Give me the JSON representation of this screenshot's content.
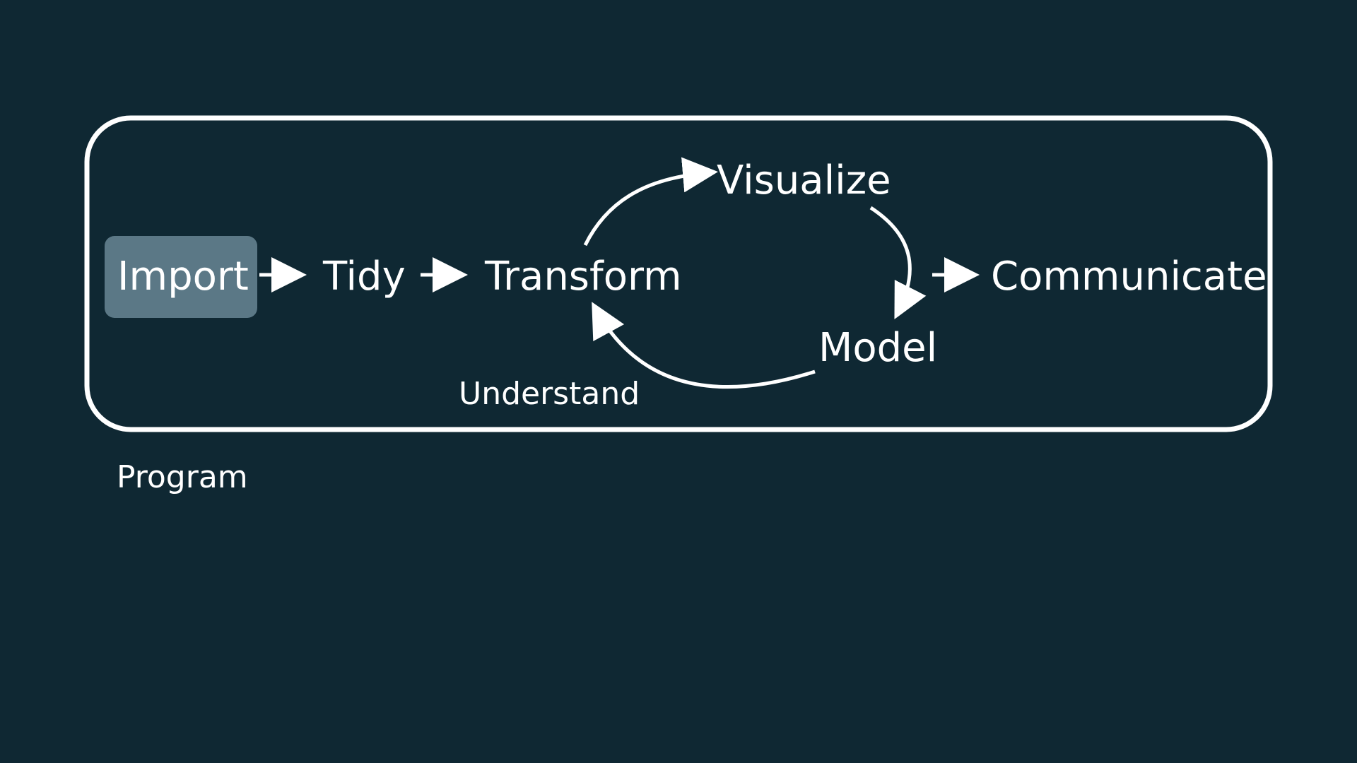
{
  "diagram": {
    "colors": {
      "background": "#0f2833",
      "stroke": "#ffffff",
      "highlight": "#5b7886",
      "text": "#ffffff"
    },
    "nodes": {
      "import": "Import",
      "tidy": "Tidy",
      "transform": "Transform",
      "visualize": "Visualize",
      "model": "Model",
      "communicate": "Communicate"
    },
    "labels": {
      "understand": "Understand",
      "program": "Program"
    },
    "highlighted_node": "import"
  }
}
